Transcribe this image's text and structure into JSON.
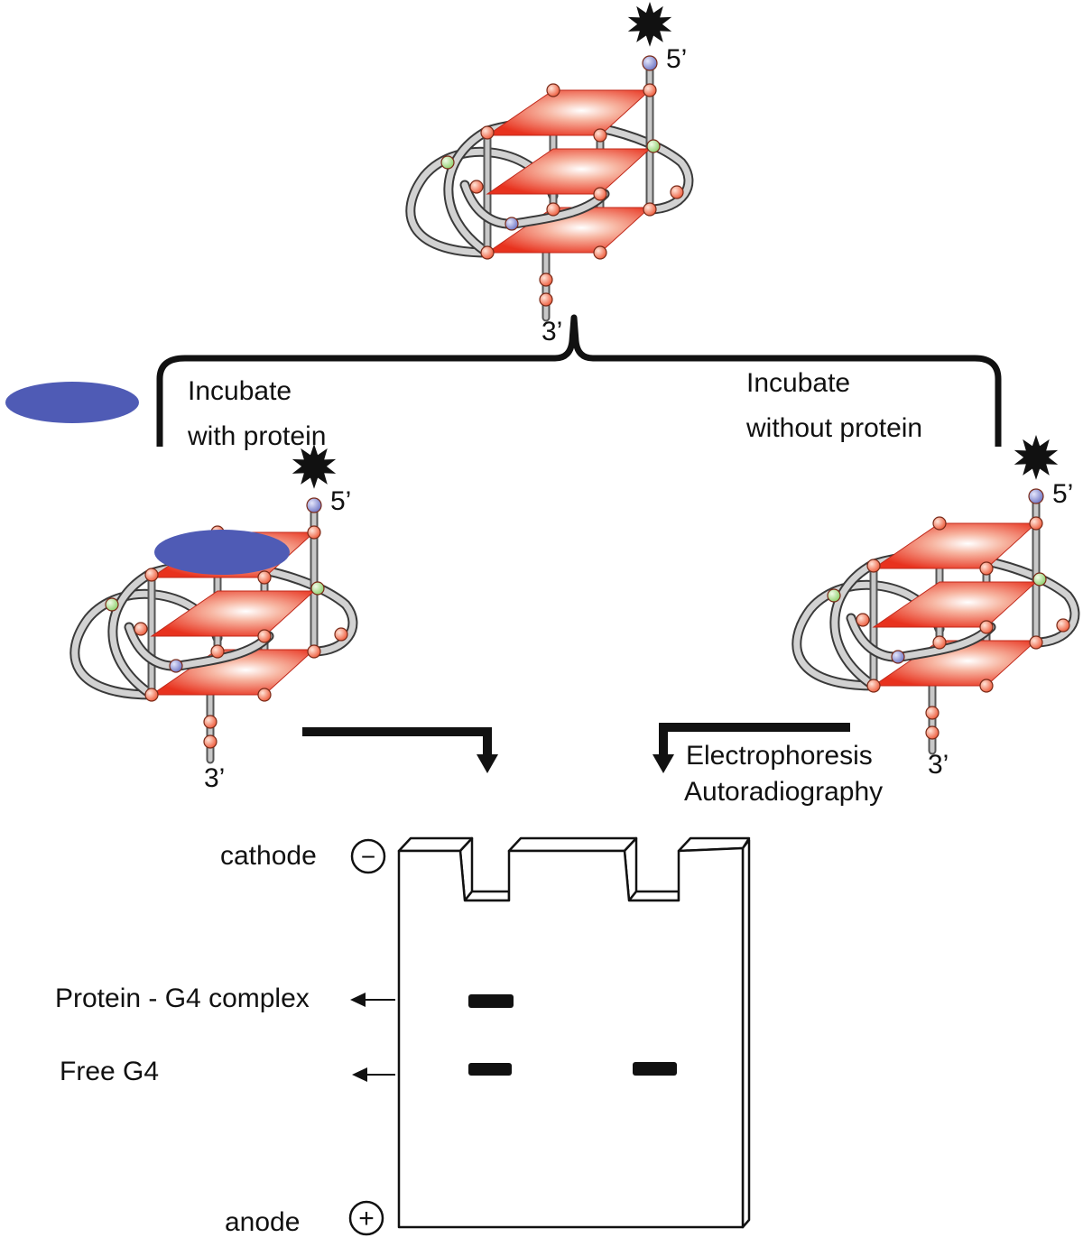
{
  "labels": {
    "five_prime": "5’",
    "three_prime": "3’",
    "incubate_with_line1": "Incubate",
    "incubate_with_line2": "with protein",
    "incubate_without_line1": "Incubate",
    "incubate_without_line2": "without protein",
    "electrophoresis": "Electrophoresis",
    "autoradiography": "Autoradiography",
    "cathode": "cathode",
    "anode": "anode",
    "minus_sign": "−",
    "plus_sign": "+",
    "complex_band": "Protein - G4 complex",
    "free_band": "Free G4"
  },
  "colors": {
    "tetrad_red": "#e8321e",
    "tube_gray": "#b4b4b4",
    "protein_blue": "#4f5bb5",
    "node_red": "#ef6a4a",
    "node_green": "#a8d98f",
    "node_blue": "#8f95d6",
    "ink": "#111111"
  },
  "icons": {
    "radiolabel": "starburst-icon",
    "protein": "ellipse-protein-icon"
  }
}
